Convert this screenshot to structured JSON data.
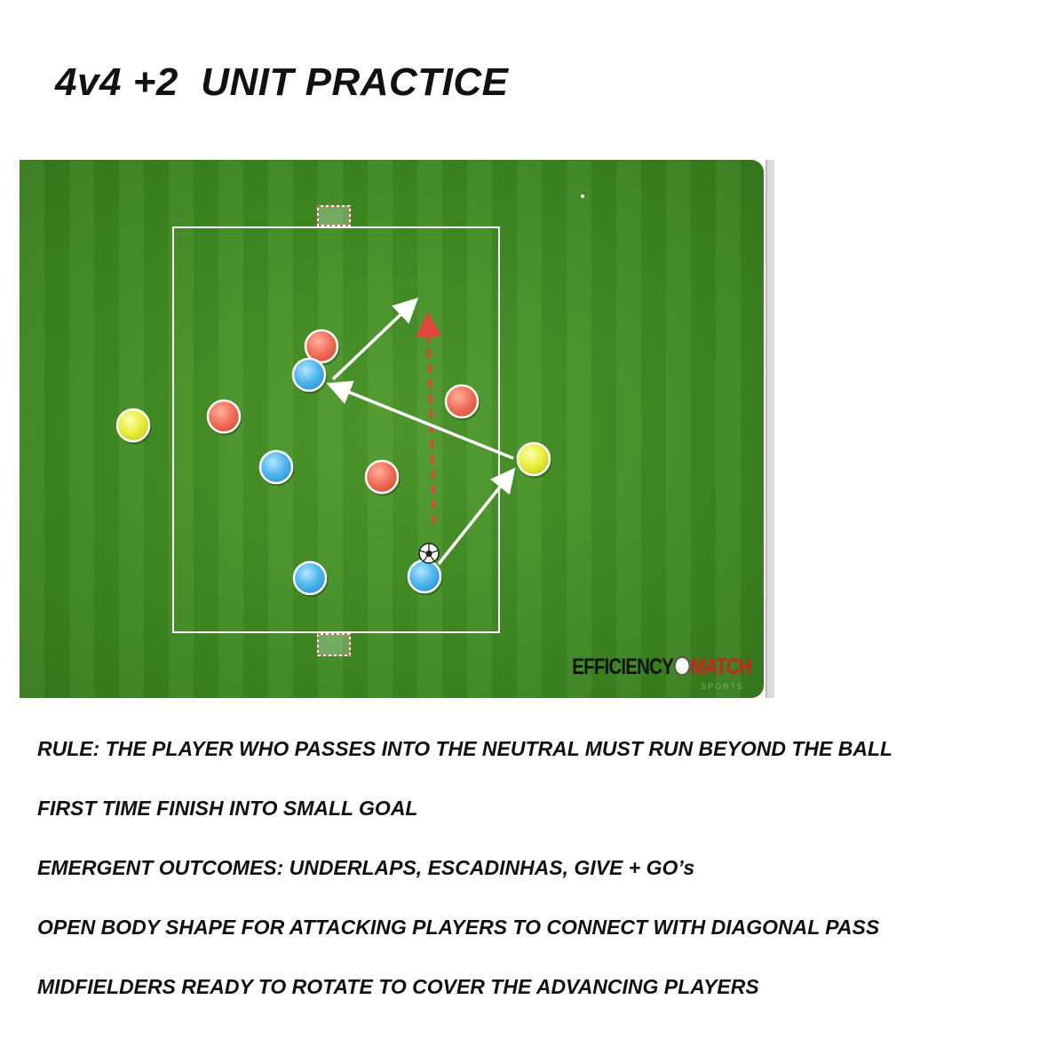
{
  "title": "4v4 +2  UNIT PRACTICE",
  "colors": {
    "red_team": "#f2705a",
    "blue_team": "#4fb6ee",
    "neutral": "#e8ef3c",
    "pass_arrow": "#ffffff",
    "run_arrow": "#e0443a",
    "grass": "#3f8a22"
  },
  "players": [
    {
      "team": "red"
    },
    {
      "team": "red"
    },
    {
      "team": "red"
    },
    {
      "team": "red"
    },
    {
      "team": "blue"
    },
    {
      "team": "blue"
    },
    {
      "team": "blue"
    },
    {
      "team": "blue"
    },
    {
      "team": "neutral"
    },
    {
      "team": "neutral"
    }
  ],
  "ball": {
    "icon": "soccer-ball-icon"
  },
  "logo": {
    "part1": "EFFICIENCY",
    "part2": "MATCH",
    "sub": "SPORTS"
  },
  "notes": [
    "RULE: THE PLAYER WHO PASSES INTO THE NEUTRAL MUST RUN BEYOND THE BALL",
    "FIRST TIME FINISH INTO SMALL GOAL",
    "EMERGENT OUTCOMES: UNDERLAPS, ESCADINHAS, GIVE + GO’s",
    "OPEN BODY SHAPE FOR ATTACKING PLAYERS TO CONNECT WITH DIAGONAL PASS",
    "MIDFIELDERS READY TO ROTATE TO COVER THE ADVANCING PLAYERS"
  ]
}
